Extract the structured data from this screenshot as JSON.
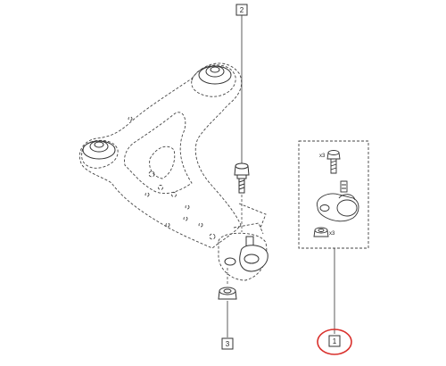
{
  "callouts": [
    {
      "id": "1",
      "label": "1",
      "highlighted": true
    },
    {
      "id": "2",
      "label": "2",
      "highlighted": false
    },
    {
      "id": "3",
      "label": "3",
      "highlighted": false
    }
  ],
  "detail": {
    "bolt_qty": "x3",
    "nut_qty": "x3"
  },
  "colors": {
    "line": "#333333",
    "highlight": "#d9302c"
  }
}
